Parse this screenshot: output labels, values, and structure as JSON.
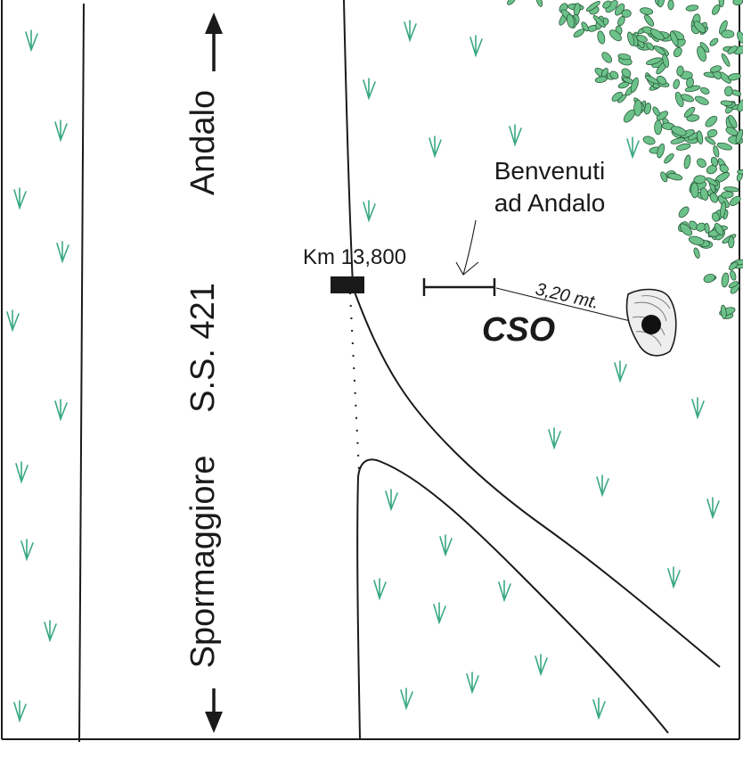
{
  "road": {
    "name": "S.S. 421",
    "direction_north": "Andalo",
    "direction_south": "Spormaggiore"
  },
  "km_marker": {
    "label": "Km 13,800"
  },
  "sign": {
    "line1": "Benvenuti",
    "line2": "ad Andalo"
  },
  "measurement": {
    "distance": "3,20 mt."
  },
  "site_code": "CSO",
  "colors": {
    "line": "#1a1a1a",
    "grass": "#3aa886",
    "foliage_fill": "#6cc28a",
    "foliage_stroke": "#2a5a3a"
  },
  "icons": [
    "grass-tuft-icon",
    "boulder-icon",
    "km-marker-icon",
    "arrow-up-icon",
    "arrow-down-icon"
  ]
}
